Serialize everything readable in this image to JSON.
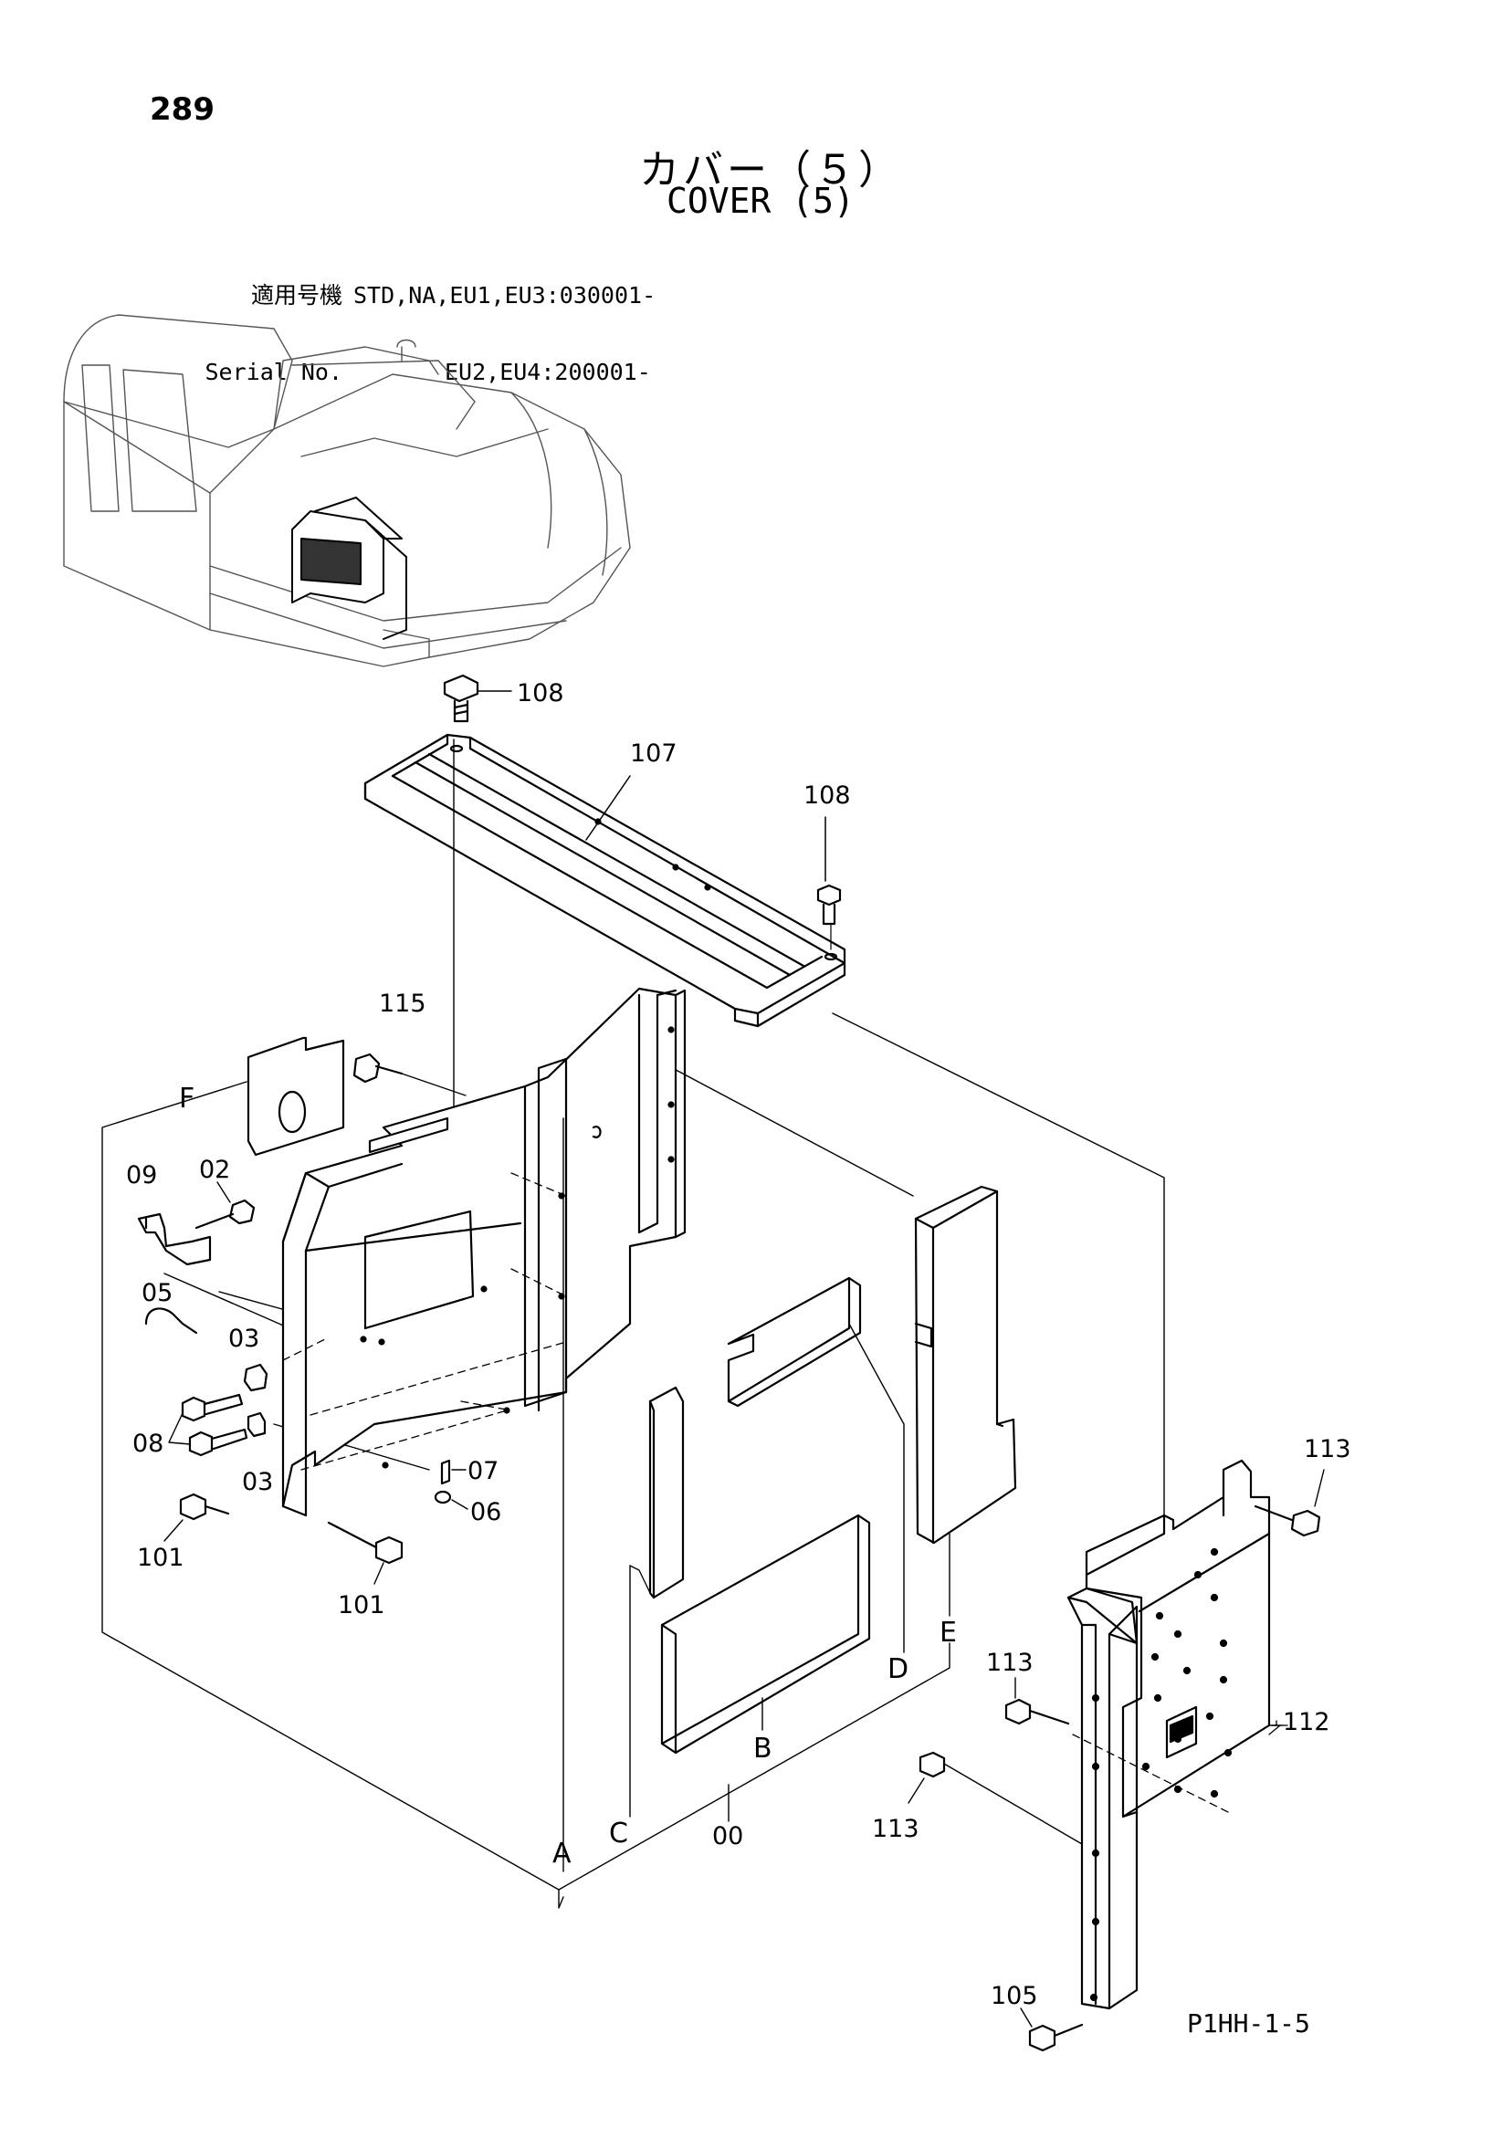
{
  "page_number": "289",
  "title_jp": "カバー（５）",
  "title_en": "COVER (5)",
  "serial": {
    "label_jp": "適用号機",
    "label_en": "Serial No.",
    "line1": "STD,NA,EU1,EU3:030001-",
    "line2": "EU2,EU4:200001-"
  },
  "doc_code": "P1HH-1-5",
  "callouts": {
    "c108a": "108",
    "c107": "107",
    "c108b": "108",
    "c115": "115",
    "cF": "F",
    "c09": "09",
    "c02": "02",
    "c05": "05",
    "c03a": "03",
    "c08": "08",
    "c03b": "03",
    "c07": "07",
    "c06": "06",
    "c101a": "101",
    "c101b": "101",
    "c113a": "113",
    "c113b": "113",
    "c113c": "113",
    "c112": "112",
    "c105": "105",
    "cE": "E",
    "cD": "D",
    "cB": "B",
    "cC": "C",
    "cA": "A",
    "c00": "00"
  }
}
